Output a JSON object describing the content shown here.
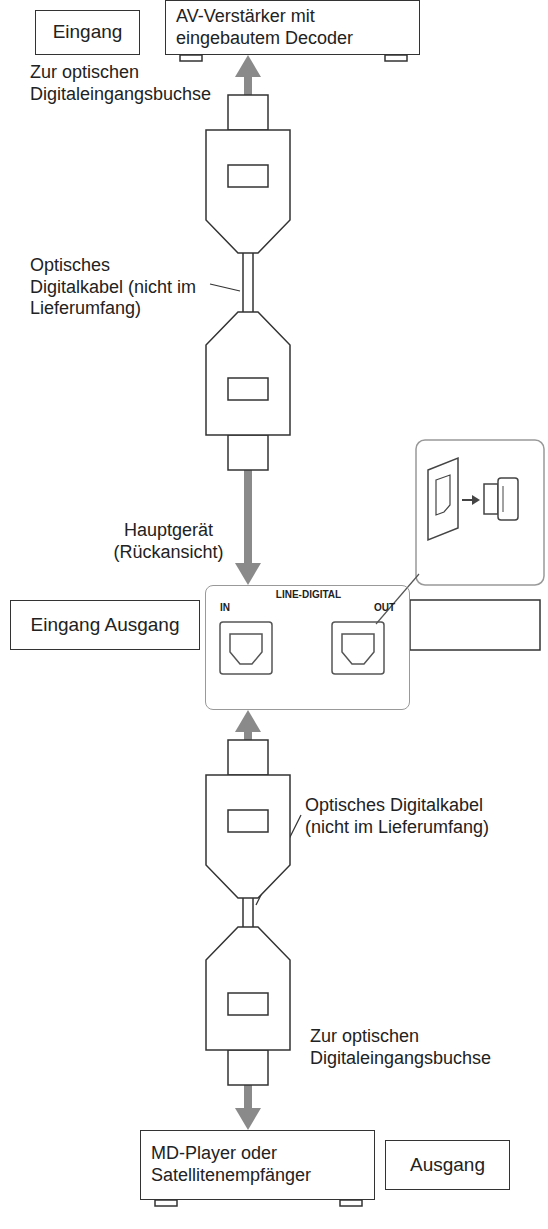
{
  "diagram": {
    "nodes": [
      {
        "text": [
          "Eingang"
        ]
      },
      {
        "text": [
          "AV-Verstärker mit eingebautem Decoder"
        ]
      },
      {
        "text": [
          "Hauptgerät (Rückansicht)",
          "LINE-DIGITAL",
          "IN",
          "OUT"
        ]
      },
      {
        "text": [
          "Eingang Ausgang"
        ]
      },
      {
        "text": [
          "MD-Player oder Satellitenempfänger"
        ]
      },
      {
        "text": [
          "Ausgang"
        ]
      }
    ],
    "edges": [
      {
        "from": 2,
        "to": 1,
        "arrow": "both"
      },
      {
        "from": 2,
        "to": 4,
        "arrow": "both"
      }
    ],
    "labels": [
      "Zur optischen Digitaleingangsbuchse",
      "Optisches Digitalkabel (nicht im Lieferumfang)",
      "Optisches Digitalkabel (nicht im Lieferumfang)",
      "Zur optischen Digitaleingangsbuchse"
    ]
  }
}
